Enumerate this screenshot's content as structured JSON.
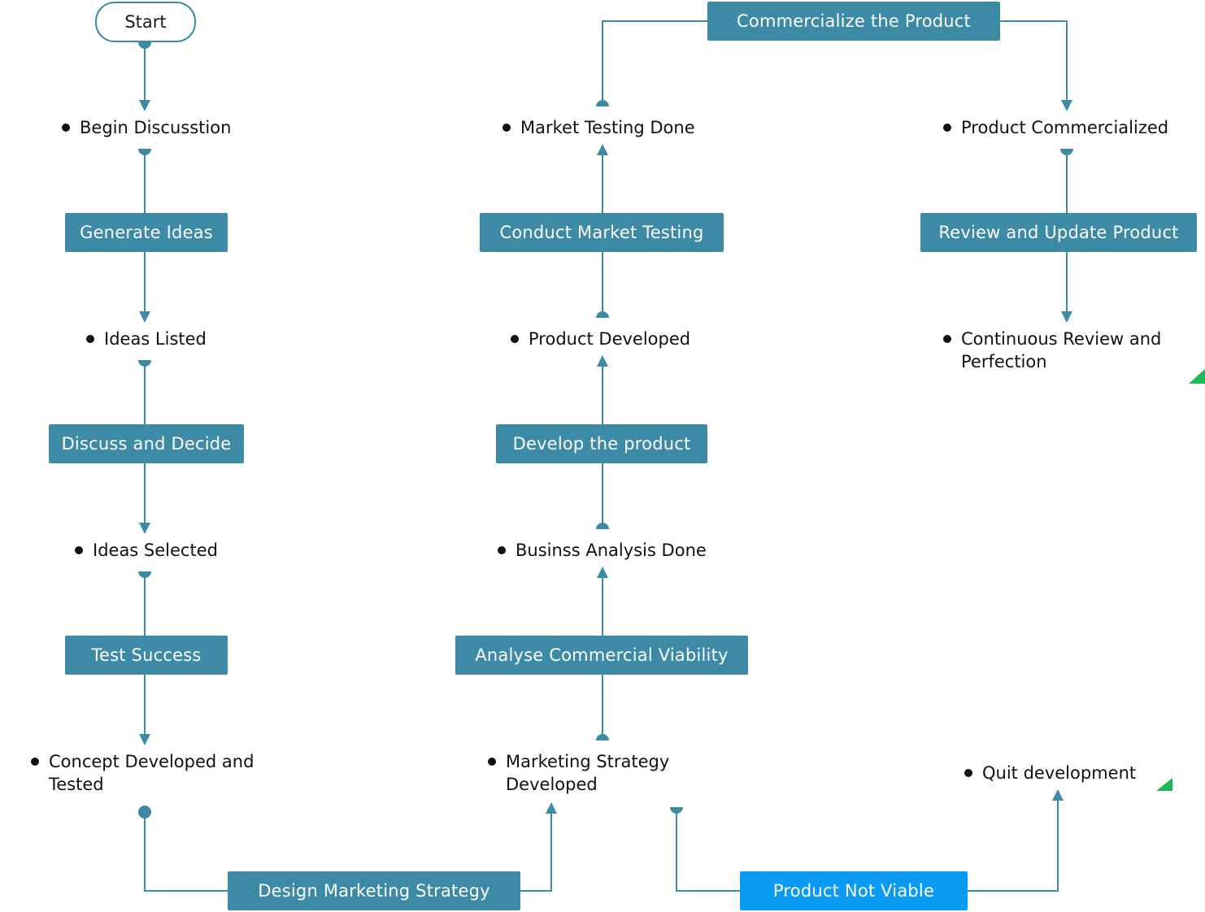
{
  "start": "Start",
  "tasks": {
    "generate_ideas": "Generate Ideas",
    "discuss_and_decide": "Discuss and Decide",
    "test_success": "Test Success",
    "design_marketing_strategy": "Design Marketing Strategy",
    "analyse_commercial_viability": "Analyse Commercial Viability",
    "develop_the_product": "Develop the product",
    "conduct_market_testing": "Conduct Market Testing",
    "commercialize_the_product": "Commercialize the Product",
    "review_and_update_product": "Review and Update Product",
    "product_not_viable": "Product Not Viable"
  },
  "states": {
    "begin_discussion": "Begin Discusstion",
    "ideas_listed": "Ideas Listed",
    "ideas_selected": "Ideas Selected",
    "concept_developed": "Concept Developed and\nTested",
    "marketing_strategy_developed": "Marketing Strategy\nDeveloped",
    "business_analysis_done": "Businss Analysis Done",
    "product_developed": "Product Developed",
    "market_testing_done": "Market Testing Done",
    "product_commercialized": "Product Commercialized",
    "continuous_review": "Continuous Review and\nPerfection",
    "quit_development": "Quit development"
  },
  "colors": {
    "task_fill": "#3c8aa6",
    "highlight_fill": "#0b9af2",
    "connector": "#3c8aa6",
    "corner_mark": "#1db954"
  }
}
